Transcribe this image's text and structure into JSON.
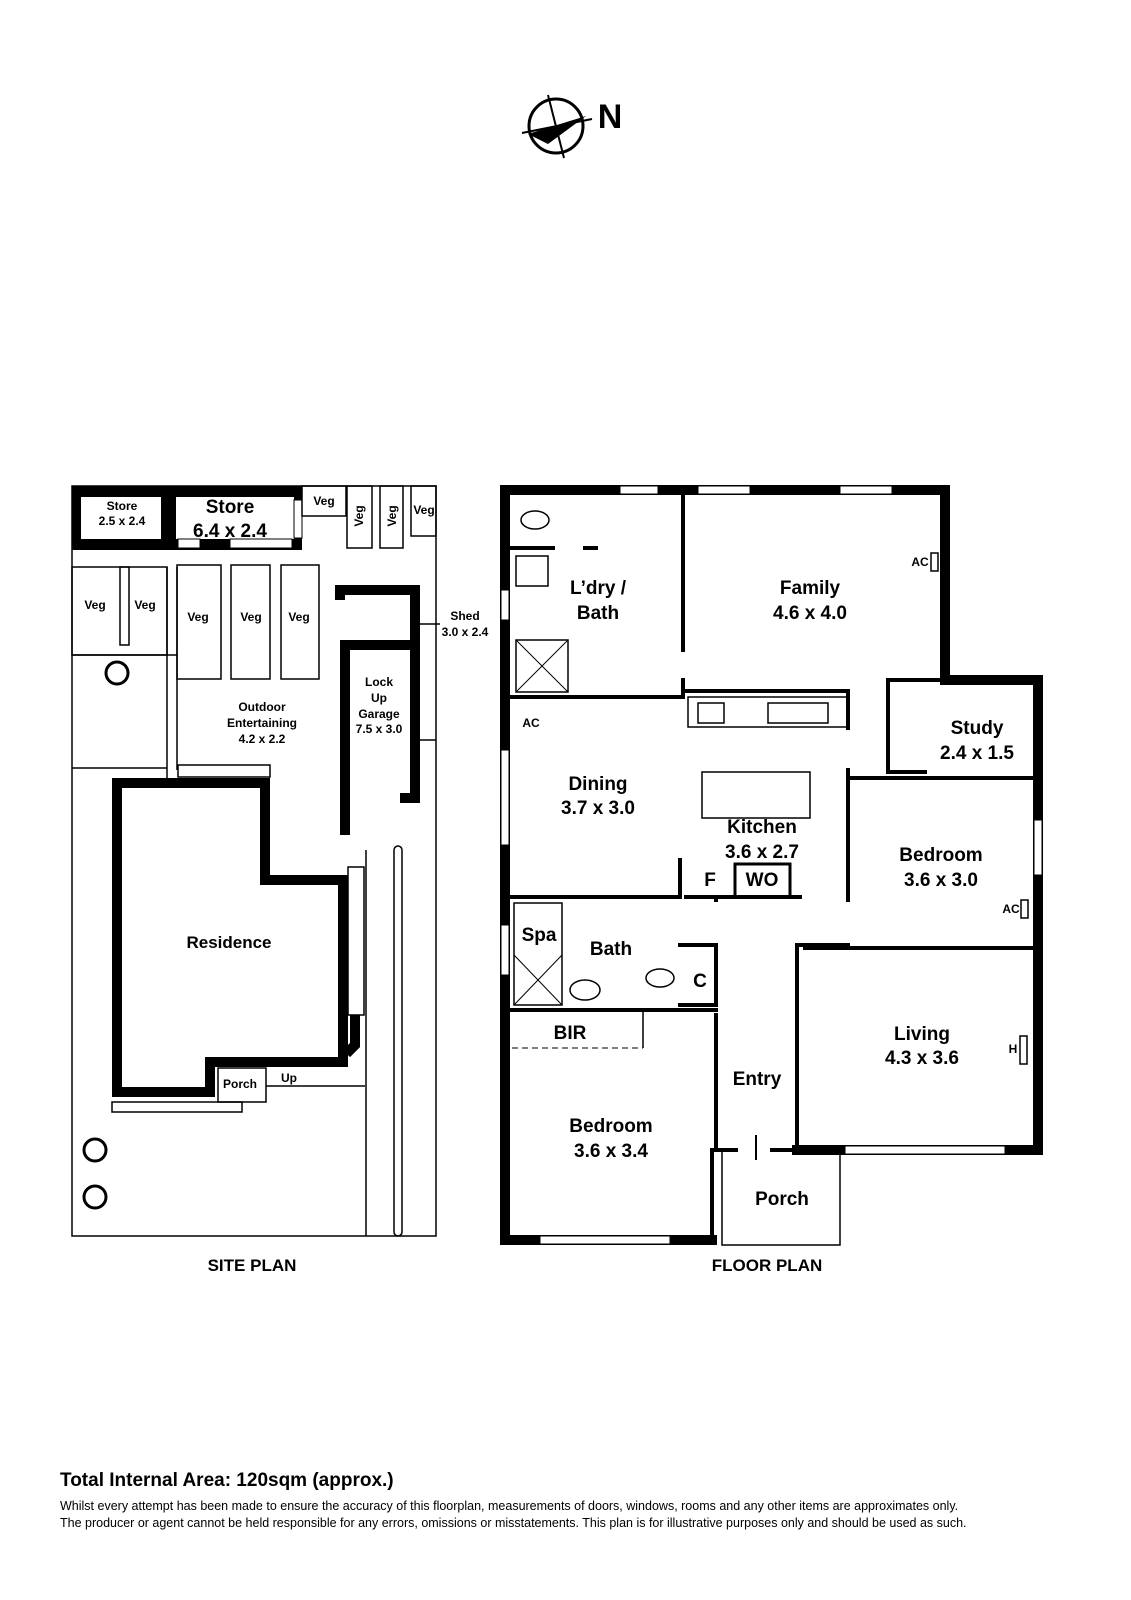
{
  "compass": {
    "label": "N",
    "icon": "north-arrow-icon"
  },
  "site_plan": {
    "title": "SITE PLAN",
    "rooms": [
      {
        "name": "Store",
        "dims": "2.5 x 2.4"
      },
      {
        "name": "Store",
        "dims": "6.4 x 2.4"
      },
      {
        "name": "Shed",
        "dims": "3.0 x 2.4"
      },
      {
        "name": "Lock",
        "name2": "Up",
        "name3": "Garage",
        "dims": "7.5 x 3.0"
      },
      {
        "name": "Outdoor",
        "name2": "Entertaining",
        "dims": "4.2 x 2.2"
      },
      {
        "name": "Residence"
      },
      {
        "name": "Porch"
      }
    ],
    "veg_label": "Veg",
    "up_label": "Up"
  },
  "floor_plan": {
    "title": "FLOOR PLAN",
    "rooms": {
      "laundry": {
        "name": "L’dry /",
        "name2": "Bath"
      },
      "family": {
        "name": "Family",
        "dims": "4.6 x 4.0"
      },
      "study": {
        "name": "Study",
        "dims": "2.4 x 1.5"
      },
      "dining": {
        "name": "Dining",
        "dims": "3.7 x 3.0"
      },
      "kitchen": {
        "name": "Kitchen",
        "dims": "3.6 x 2.7"
      },
      "bedroom1": {
        "name": "Bedroom",
        "dims": "3.6 x 3.0"
      },
      "bath": {
        "name": "Bath"
      },
      "spa": {
        "name": "Spa"
      },
      "living": {
        "name": "Living",
        "dims": "4.3 x 3.6"
      },
      "bir": {
        "name": "BIR"
      },
      "entry": {
        "name": "Entry"
      },
      "bedroom2": {
        "name": "Bedroom",
        "dims": "3.6 x 3.4"
      },
      "porch": {
        "name": "Porch"
      }
    },
    "fixtures": {
      "ac": "AC",
      "f": "F",
      "wo": "WO",
      "c": "C",
      "h": "H"
    }
  },
  "footer": {
    "total_area": "Total Internal Area: 120sqm (approx.)",
    "disclaimer_1": "Whilst every attempt has been made to ensure the accuracy of this floorplan, measurements of doors, windows, rooms and any other items are approximates only.",
    "disclaimer_2": "The producer or agent cannot be held responsible for any errors, omissions or misstatements. This plan is for illustrative purposes only and should be used as such."
  }
}
